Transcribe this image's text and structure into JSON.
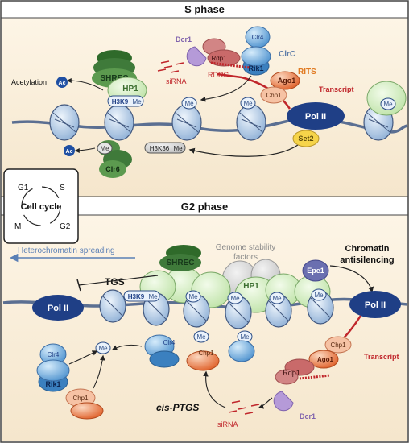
{
  "panels": {
    "s_phase_title": "S phase",
    "g2_phase_title": "G2 phase"
  },
  "cell_cycle": {
    "title": "Cell cycle",
    "g1": "G1",
    "s": "S",
    "m": "M",
    "g2": "G2"
  },
  "s_phase": {
    "dcr1": "Dcr1",
    "rdp1": "Rdp1",
    "clr4": "Clr4",
    "clrc": "ClrC",
    "rdrc": "RDRC",
    "sirna": "siRNA",
    "rik1": "Rik1",
    "rits": "RITS",
    "ago1": "Ago1",
    "chp1": "Chp1",
    "transcript": "Transcript",
    "pol2": "Pol II",
    "set2": "Set2",
    "shrec": "SHREC",
    "hp1": "HP1",
    "h3k9": "H3K9",
    "me": "Me",
    "acetylation": "Acetylation",
    "ac": "Ac",
    "h3k36": "H3K36",
    "clr6": "Clr6"
  },
  "g2_phase": {
    "heterochromatin_spreading": "Heterochromatin spreading",
    "shrec": "SHREC",
    "genome_stability_line1": "Genome stability",
    "genome_stability_line2": "factors",
    "chromatin_antisilencing_line1": "Chromatin",
    "chromatin_antisilencing_line2": "antisilencing",
    "epe1": "Epe1",
    "tgs": "TGS",
    "pol2_left": "Pol II",
    "pol2_right": "Pol II",
    "hp1": "HP1",
    "h3k9": "H3K9",
    "me": "Me",
    "clr4_left": "Clr4",
    "rik1": "Rik1",
    "clr4_mid": "Clr4",
    "chp1_mid": "Chp1",
    "chp1_left": "Chp1",
    "chp1_right": "Chp1",
    "ago1": "Ago1",
    "transcript": "Transcript",
    "rdp1": "Rdp1",
    "dcr1": "Dcr1",
    "cis_ptgs": "cis-PTGS",
    "sirna": "siRNA"
  },
  "colors": {
    "panel_bg": "#fbf1df",
    "dna": "#5b6f92",
    "nucleosome": "#a9c4e2",
    "pol2": "#1f3f86",
    "transcript": "#c0262b",
    "hp1": "#d9f0c8",
    "shrec": "#3f7a3a",
    "ago1": "#e8703a",
    "dcr1": "#b59ad8",
    "rdp1": "#c96a6a",
    "epe1": "#6b6fb0"
  }
}
